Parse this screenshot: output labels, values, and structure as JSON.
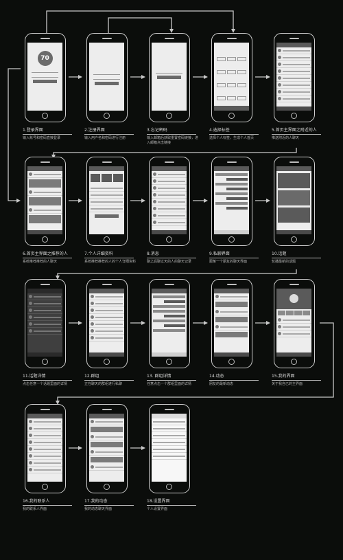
{
  "screens": [
    {
      "title": "1.登录界面",
      "desc": "输入账号和密码直接登录",
      "logo": "70"
    },
    {
      "title": "2.注册界面",
      "desc": "输入用户名和密码进行注册"
    },
    {
      "title": "3.忘记密码",
      "desc": "输入邮箱后获取重置密码链接，进入邮箱点击链接"
    },
    {
      "title": "4.选择标签",
      "desc": "选择个人标签，生成个人首页"
    },
    {
      "title": "5.首页主界面之附近的人",
      "desc": "推送附近的人聊天"
    },
    {
      "title": "6.首页主界面之推荐的人",
      "desc": "系统推荐推荐的人聊天"
    },
    {
      "title": "7.个人详细资料",
      "desc": "系统推荐推荐的人的个人详细资料"
    },
    {
      "title": "8.消息",
      "desc": "聊之后聊过天的人的聊天记录"
    },
    {
      "title": "9.私聊界面",
      "desc": "跟某一个朋友的聊天界面"
    },
    {
      "title": "10.话题",
      "desc": "轮播最新的话题"
    },
    {
      "title": "11.话题详情",
      "desc": "点击任意一个话题里面的详情"
    },
    {
      "title": "12.群组",
      "desc": "正在聊天的群组进行私聊"
    },
    {
      "title": "13. 群组详情",
      "desc": "任意点击一个群组里面的详情"
    },
    {
      "title": "14.动态",
      "desc": "朋友的最新动态"
    },
    {
      "title": "15.我的界面",
      "desc": "关于我自己的主界面"
    },
    {
      "title": "16.我的联系人",
      "desc": "我的联系人界面"
    },
    {
      "title": "17.我的动态",
      "desc": "我的动态聊天界面"
    },
    {
      "title": "18.设置界面",
      "desc": "个人设置界面"
    }
  ],
  "colors": {
    "background": "#0b0d0b",
    "phone_outline": "#cfcfcf",
    "connector": "#c8c8c8"
  }
}
